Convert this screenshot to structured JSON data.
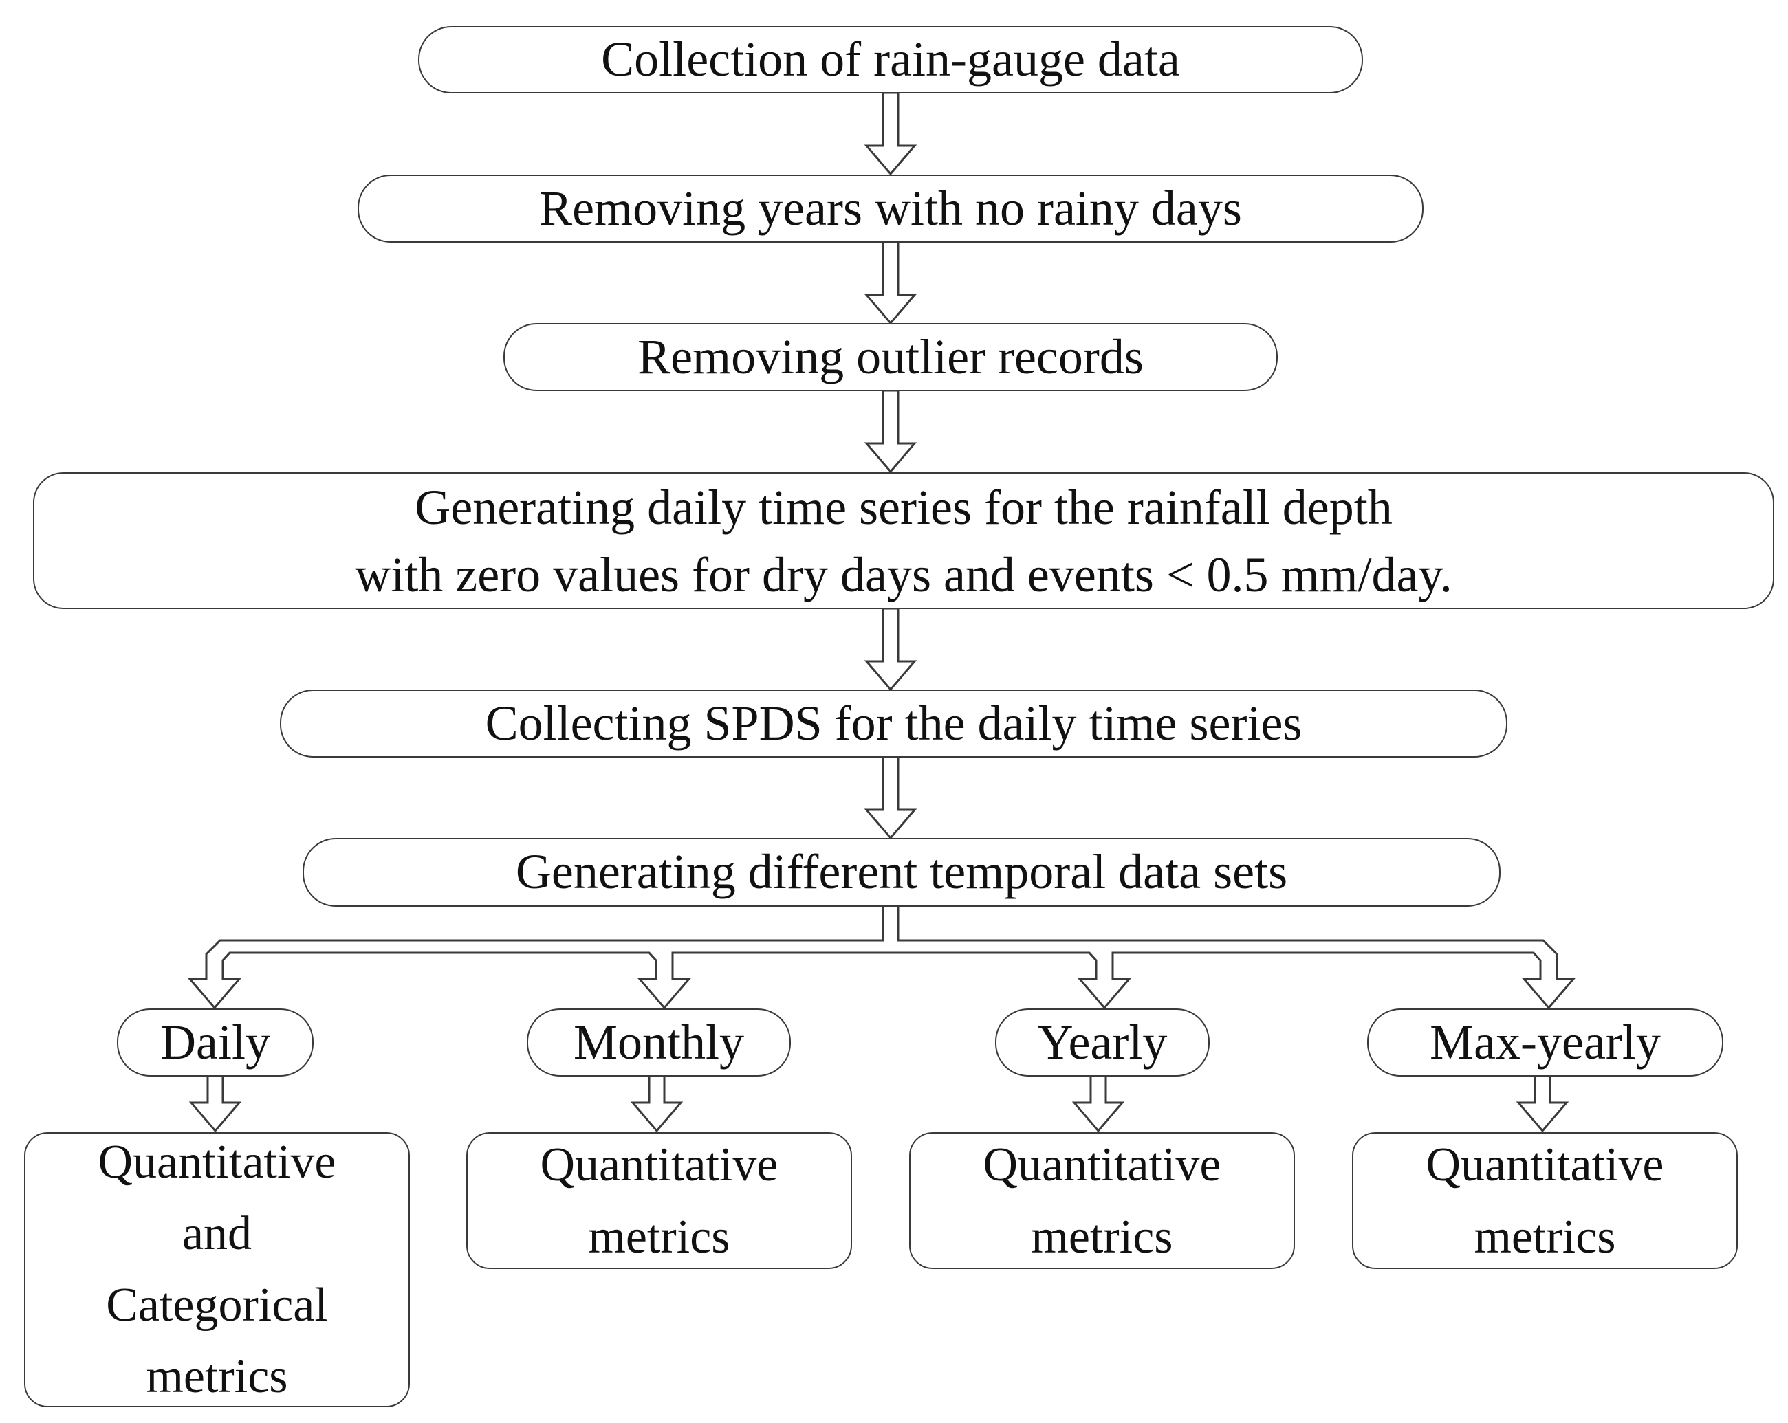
{
  "steps": {
    "collection": "Collection of rain-gauge data",
    "remove_years": "Removing years with no rainy days",
    "remove_outliers": "Removing outlier records",
    "generate_line1": "Generating daily time series for the rainfall depth",
    "generate_line2": "with zero values for dry days and events < 0.5 mm/day.",
    "collect_spds": "Collecting SPDS for the daily time series",
    "temporal_sets": "Generating different temporal data sets"
  },
  "scales": {
    "daily": "Daily",
    "monthly": "Monthly",
    "yearly": "Yearly",
    "max_yearly": "Max-yearly"
  },
  "metrics": {
    "daily": [
      "Quantitative",
      "and",
      "Categorical",
      "metrics"
    ],
    "monthly": [
      "Quantitative",
      "metrics"
    ],
    "yearly": [
      "Quantitative",
      "metrics"
    ],
    "max_yearly": [
      "Quantitative",
      "metrics"
    ]
  },
  "colors": {
    "stroke": "#3a3a3a",
    "text": "#111111",
    "background": "#ffffff"
  }
}
